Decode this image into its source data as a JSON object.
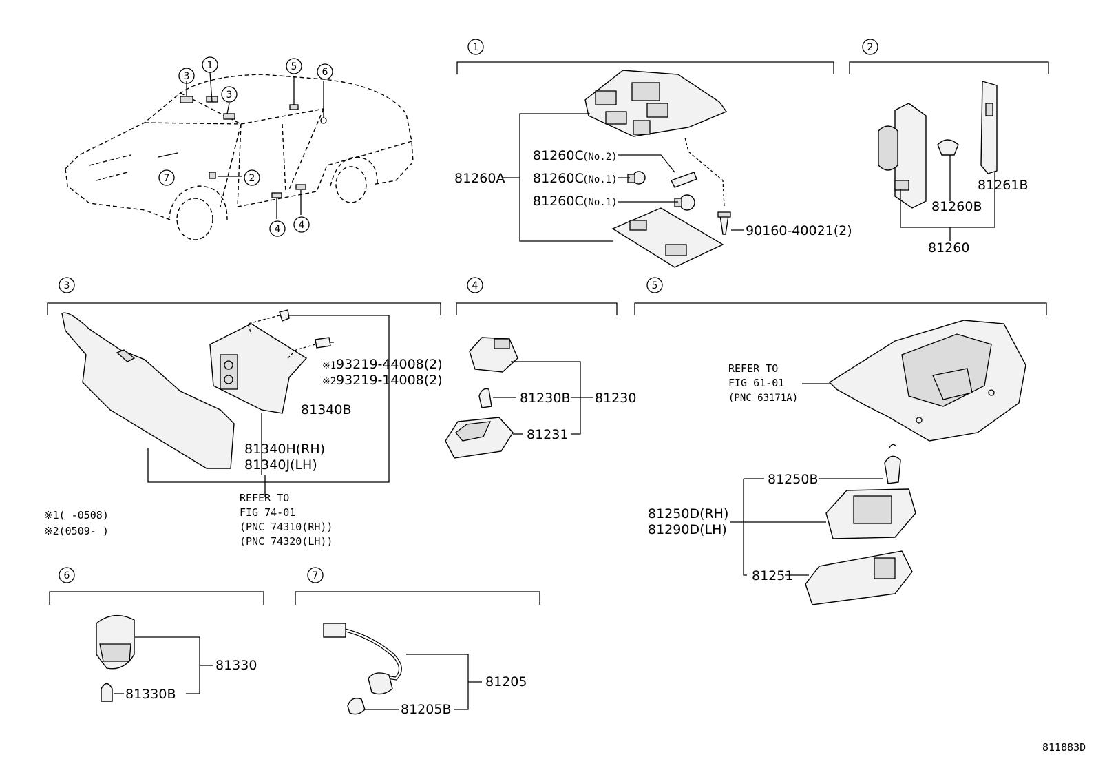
{
  "diagram_id": "811883D",
  "overview": {
    "callouts": [
      "1",
      "2",
      "3",
      "3",
      "4",
      "4",
      "5",
      "6",
      "7"
    ]
  },
  "groups": {
    "g1": {
      "label": "1",
      "parts": {
        "assembly": "81260A",
        "bulb_no2": "81260C",
        "bulb_no2_note": "(No.2)",
        "bulb_no1_a": "81260C",
        "bulb_no1_a_note": "(No.1)",
        "bulb_no1_b": "81260C",
        "bulb_no1_b_note": "(No.1)",
        "screw": "90160-40021(2)"
      }
    },
    "g2": {
      "label": "2",
      "parts": {
        "lens": "81261B",
        "bulb": "81260B",
        "assembly": "81260"
      }
    },
    "g3": {
      "label": "3",
      "parts": {
        "screw1": "93219-44008(2)",
        "screw1_mark": "※1",
        "screw2": "93219-14008(2)",
        "screw2_mark": "※2",
        "bulb": "81340B",
        "lamp_rh": "81340H(RH)",
        "lamp_lh": "81340J(LH)",
        "refer_1": "REFER TO",
        "refer_2": "FIG 74-01",
        "refer_3": "(PNC 74310(RH))",
        "refer_4": "(PNC 74320(LH))"
      },
      "notes": {
        "n1": "※1(   -0508)",
        "n2": "※2(0509-   )"
      }
    },
    "g4": {
      "label": "4",
      "parts": {
        "bulb": "81230B",
        "assembly": "81230",
        "lens": "81231"
      }
    },
    "g5": {
      "label": "5",
      "parts": {
        "refer_1": "REFER TO",
        "refer_2": "FIG 61-01",
        "refer_3": "(PNC 63171A)",
        "bulb": "81250B",
        "lamp_rh": "81250D(RH)",
        "lamp_lh": "81290D(LH)",
        "lens": "81251"
      }
    },
    "g6": {
      "label": "6",
      "parts": {
        "assembly": "81330",
        "bulb": "81330B"
      }
    },
    "g7": {
      "label": "7",
      "parts": {
        "assembly": "81205",
        "bulb": "81205B"
      }
    }
  }
}
